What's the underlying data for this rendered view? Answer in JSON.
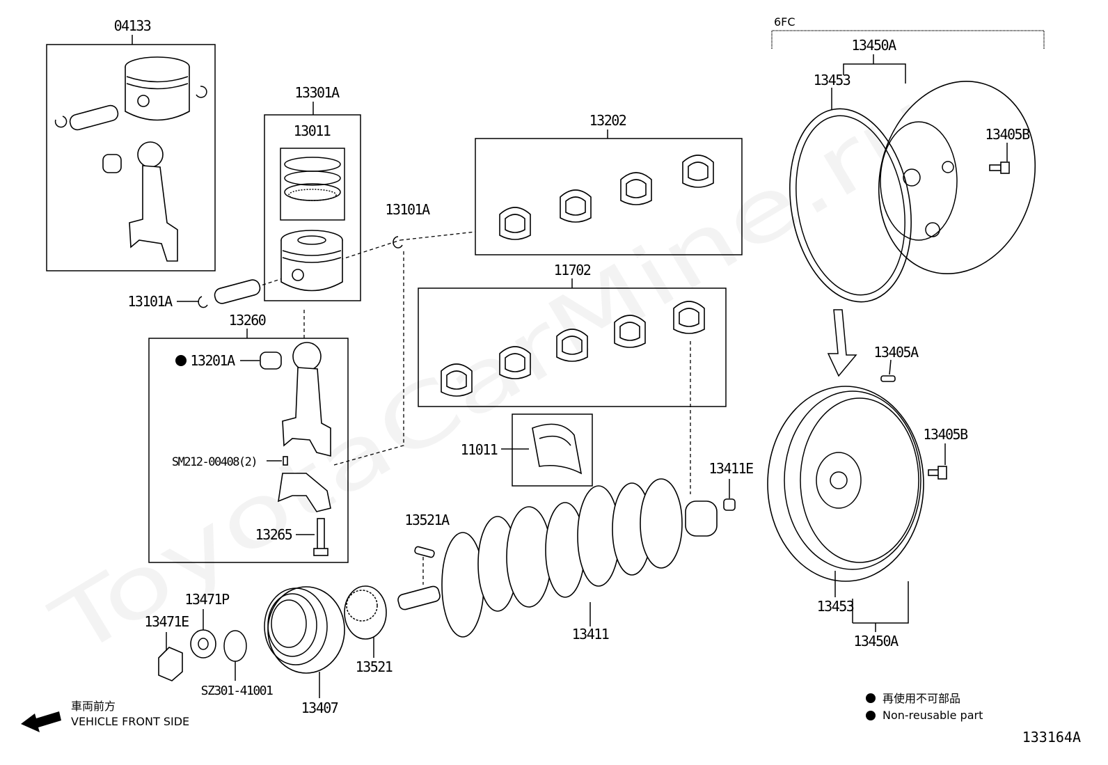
{
  "diagram_id": "133164A",
  "watermark": "ToyotaCarMine.ru",
  "labels": [
    "04133",
    "13301A",
    "13011",
    "13101A",
    "13101A",
    "13260",
    "13201A",
    "SM212-00408(2)",
    "13265",
    "13202",
    "11702",
    "11011",
    "13521A",
    "13411E",
    "13411",
    "13521",
    "13407",
    "13471P",
    "13471E",
    "SZ301-41001",
    "6FC",
    "13450A",
    "13453",
    "13405B",
    "13405A",
    "13405B",
    "13453",
    "13450A"
  ],
  "legend": {
    "marker_icon": "filled-circle-icon",
    "jp": "再使用不可部品",
    "en": "Non-reusable part"
  },
  "front": {
    "jp": "車両前方",
    "en": "VEHICLE FRONT SIDE",
    "icon": "arrow-left-icon"
  }
}
